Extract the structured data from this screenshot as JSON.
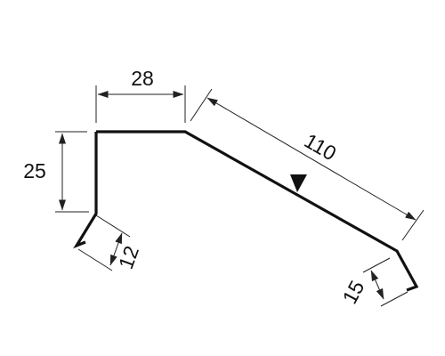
{
  "dimensions": {
    "top_width": "28",
    "slope_length": "110",
    "left_height": "25",
    "left_hem": "12",
    "right_hem": "15"
  },
  "colors": {
    "line": "#111111",
    "background": "#ffffff"
  }
}
